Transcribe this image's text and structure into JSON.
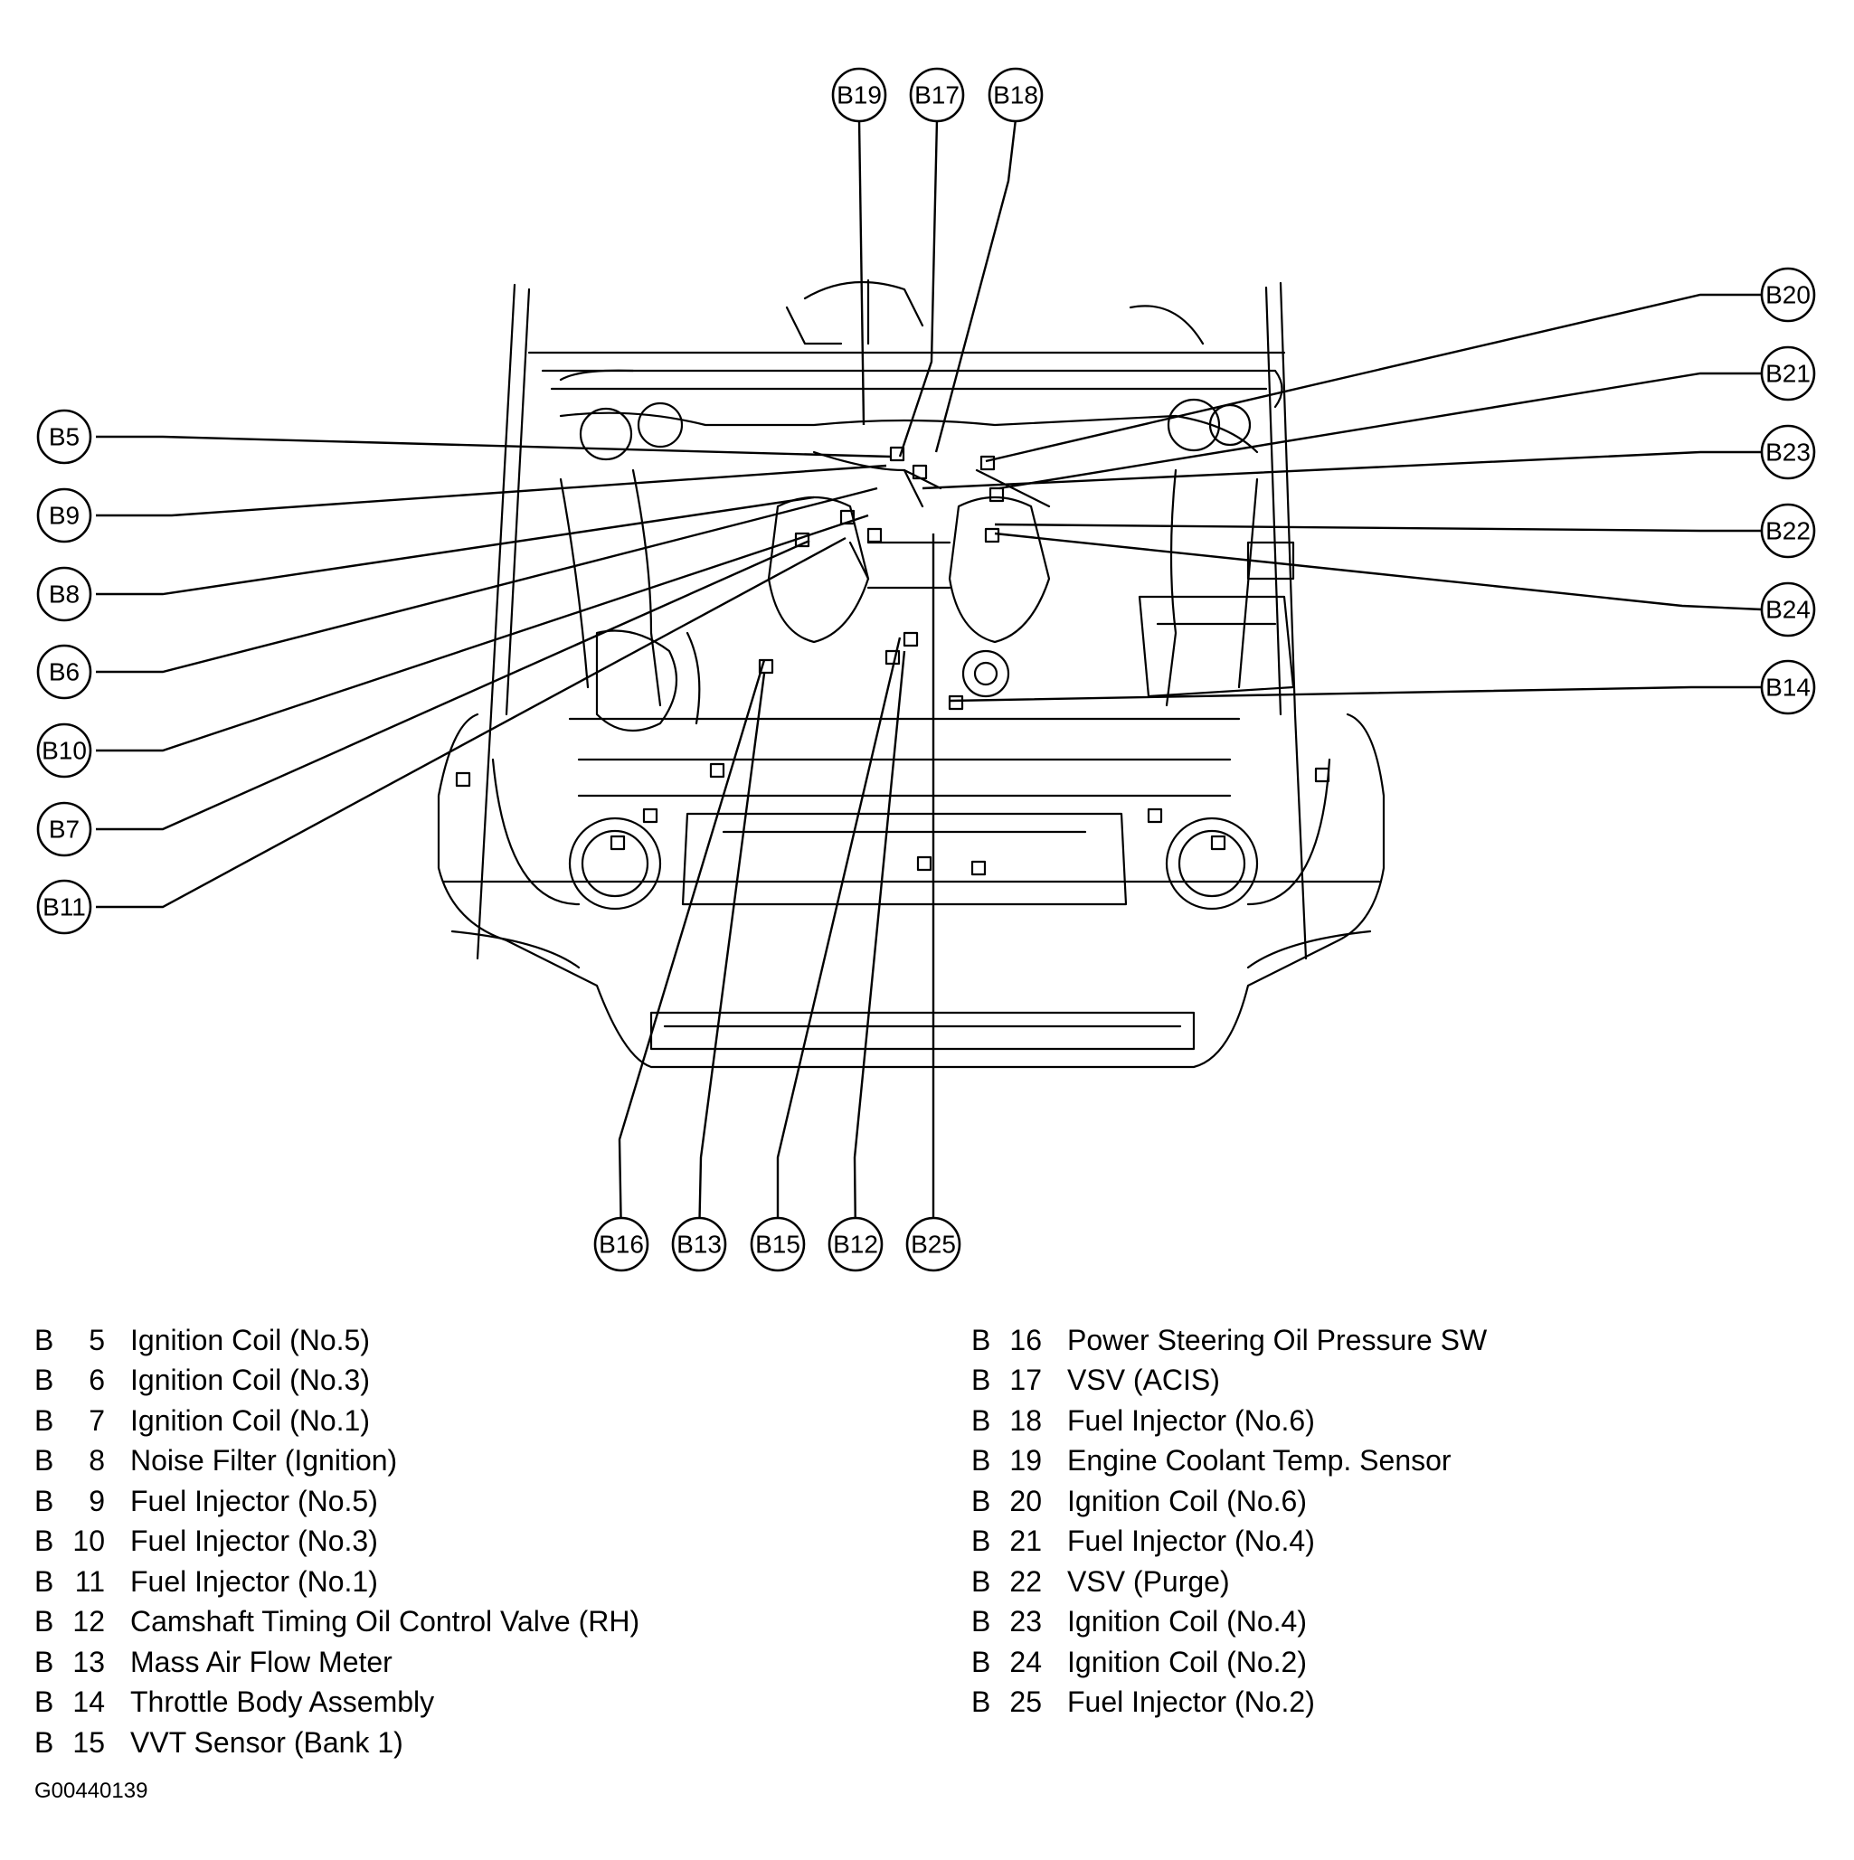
{
  "diagram": {
    "callouts": [
      {
        "id": "B19"
      },
      {
        "id": "B17"
      },
      {
        "id": "B18"
      },
      {
        "id": "B20"
      },
      {
        "id": "B21"
      },
      {
        "id": "B23"
      },
      {
        "id": "B22"
      },
      {
        "id": "B24"
      },
      {
        "id": "B14"
      },
      {
        "id": "B5"
      },
      {
        "id": "B9"
      },
      {
        "id": "B8"
      },
      {
        "id": "B6"
      },
      {
        "id": "B10"
      },
      {
        "id": "B7"
      },
      {
        "id": "B11"
      },
      {
        "id": "B16"
      },
      {
        "id": "B13"
      },
      {
        "id": "B15"
      },
      {
        "id": "B12"
      },
      {
        "id": "B25"
      }
    ]
  },
  "legend": {
    "left": [
      {
        "prefix": "B",
        "num": "5",
        "name": "Ignition Coil (No.5)"
      },
      {
        "prefix": "B",
        "num": "6",
        "name": "Ignition Coil (No.3)"
      },
      {
        "prefix": "B",
        "num": "7",
        "name": "Ignition Coil (No.1)"
      },
      {
        "prefix": "B",
        "num": "8",
        "name": "Noise Filter (Ignition)"
      },
      {
        "prefix": "B",
        "num": "9",
        "name": "Fuel Injector (No.5)"
      },
      {
        "prefix": "B",
        "num": "10",
        "name": "Fuel Injector (No.3)"
      },
      {
        "prefix": "B",
        "num": "11",
        "name": "Fuel Injector (No.1)"
      },
      {
        "prefix": "B",
        "num": "12",
        "name": "Camshaft Timing Oil Control Valve (RH)"
      },
      {
        "prefix": "B",
        "num": "13",
        "name": "Mass Air Flow Meter"
      },
      {
        "prefix": "B",
        "num": "14",
        "name": "Throttle Body Assembly"
      },
      {
        "prefix": "B",
        "num": "15",
        "name": "VVT Sensor (Bank 1)"
      }
    ],
    "right": [
      {
        "prefix": "B",
        "num": "16",
        "name": "Power Steering Oil Pressure SW"
      },
      {
        "prefix": "B",
        "num": "17",
        "name": "VSV (ACIS)"
      },
      {
        "prefix": "B",
        "num": "18",
        "name": "Fuel Injector (No.6)"
      },
      {
        "prefix": "B",
        "num": "19",
        "name": "Engine Coolant Temp. Sensor"
      },
      {
        "prefix": "B",
        "num": "20",
        "name": "Ignition Coil (No.6)"
      },
      {
        "prefix": "B",
        "num": "21",
        "name": "Fuel Injector (No.4)"
      },
      {
        "prefix": "B",
        "num": "22",
        "name": "VSV (Purge)"
      },
      {
        "prefix": "B",
        "num": "23",
        "name": "Ignition Coil (No.4)"
      },
      {
        "prefix": "B",
        "num": "24",
        "name": "Ignition Coil (No.2)"
      },
      {
        "prefix": "B",
        "num": "25",
        "name": "Fuel Injector (No.2)"
      }
    ]
  },
  "figure_code": "G00440139"
}
